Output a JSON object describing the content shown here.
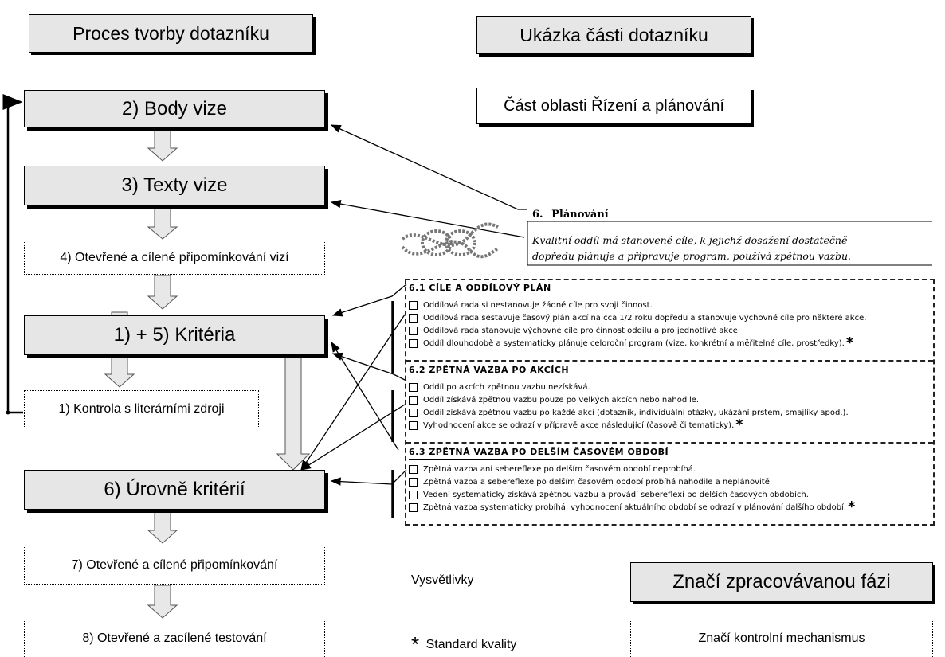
{
  "left_header": "Proces tvorby dotazníku",
  "right_header": "Ukázka části dotazníku",
  "area_label": "Část oblasti Řízení a plánování",
  "stages": [
    {
      "id": "body-vize",
      "label": "2) Body vize",
      "kind": "processing"
    },
    {
      "id": "texty-vize",
      "label": "3) Texty vize",
      "kind": "processing"
    },
    {
      "id": "pripominkovani-vizi",
      "label": "4) Otevřené a cílené připomínkování vizí",
      "kind": "control"
    },
    {
      "id": "kriteria",
      "label": "1) + 5) Kritéria",
      "kind": "processing"
    },
    {
      "id": "kontrola",
      "label": "1) Kontrola s literárními zdroji",
      "kind": "control"
    },
    {
      "id": "urovne",
      "label": "6) Úrovně kritérií",
      "kind": "processing"
    },
    {
      "id": "pripominkovani",
      "label": "7) Otevřené a cílené připomínkování",
      "kind": "control"
    },
    {
      "id": "testovani",
      "label": "8) Otevřené a zacílené testování",
      "kind": "control"
    }
  ],
  "questionnaire": {
    "section_number": "6.",
    "section_title": "Plánování",
    "intro_line1": "Kvalitní oddíl má stanovené cíle, k jejichž dosažení dostatečně",
    "intro_line2": "dopředu plánuje a připravuje program, používá zpětnou vazbu.",
    "subsections": [
      {
        "title": "6.1 CÍLE A ODDÍLOVÝ PLÁN",
        "items": [
          {
            "text": "Oddílová rada si nestanovuje žádné cíle pro svoji činnost.",
            "star": false
          },
          {
            "text": "Oddílová rada sestavuje časový plán akcí na cca 1/2 roku dopředu a stanovuje výchovné cíle pro některé akce.",
            "star": false
          },
          {
            "text": "Oddílová rada stanovuje výchovné cíle pro činnost oddílu a pro jednotlivé akce.",
            "star": false
          },
          {
            "text": "Oddíl dlouhodobě a systematicky plánuje celoroční program (vize, konkrétní a měřitelné cíle, prostředky).",
            "star": true
          }
        ]
      },
      {
        "title": "6.2 ZPĚTNÁ VAZBA PO AKCÍCH",
        "items": [
          {
            "text": "Oddíl po akcích zpětnou vazbu nezískává.",
            "star": false
          },
          {
            "text": "Oddíl získává zpětnou vazbu pouze po velkých akcích nebo nahodile.",
            "star": false
          },
          {
            "text": "Oddíl získává zpětnou vazbu po každé akci (dotazník, individuální otázky, ukázání prstem, smajlíky apod.).",
            "star": false
          },
          {
            "text": "Vyhodnocení akce se odrazí v přípravě akce následující (časově či tematicky).",
            "star": true
          }
        ]
      },
      {
        "title": "6.3 ZPĚTNÁ VAZBA PO DELŠÍM ČASOVÉM OBDOBÍ",
        "items": [
          {
            "text": "Zpětná vazba ani sebereflexe po delším časovém období neprobíhá.",
            "star": false
          },
          {
            "text": "Zpětná vazba a sebereflexe po delším časovém období probíhá nahodile a neplánovitě.",
            "star": false
          },
          {
            "text": "Vedení systematicky získává zpětnou vazbu a provádí sebereflexi po delších časových obdobích.",
            "star": false
          },
          {
            "text": "Zpětná vazba systematicky probíhá, vyhodnocení aktuálního období se odrazí v plánování dalšího období.",
            "star": true
          }
        ]
      }
    ]
  },
  "legend": {
    "title": "Vysvětlivky",
    "processing": "Značí zpracovávanou fázi",
    "control": "Značí kontrolní mechanismus",
    "star_symbol": "*",
    "star_label": "Standard kvality"
  },
  "colors": {
    "box_fill": "#e6e6e6",
    "arrow_fill": "#e8e8e8",
    "line": "#000000"
  }
}
